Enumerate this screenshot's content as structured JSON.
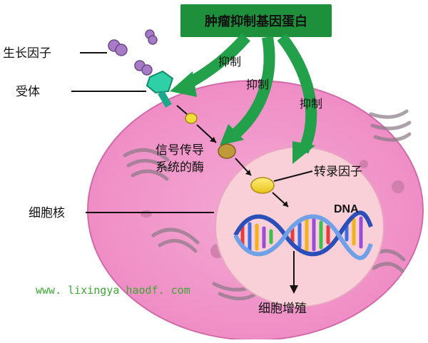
{
  "title": "肿瘤抑制基因蛋白",
  "labels": {
    "growth_factor": "生长因子",
    "receptor": "受体",
    "enzyme_line1": "信号传导",
    "enzyme_line2": "系统的酶",
    "transcription_factor": "转录因子",
    "nucleus": "细胞核",
    "dna": "DNA",
    "proliferation": "细胞增殖"
  },
  "inhibit_labels": [
    "抑制",
    "抑制",
    "抑制"
  ],
  "watermark_url": "www. lixingya haodf. com",
  "colors": {
    "title_box": "#1e8f3a",
    "arrow_green": "#22a04a",
    "cell": "#f094c8",
    "nucleus": "#f9cfd8",
    "receptor": "#2fd0a8",
    "growth_factor": "#a77bc6",
    "enzyme": "#c09a3a",
    "transcription_factor": "#f2dc3a",
    "watermark": "#3ea833"
  }
}
